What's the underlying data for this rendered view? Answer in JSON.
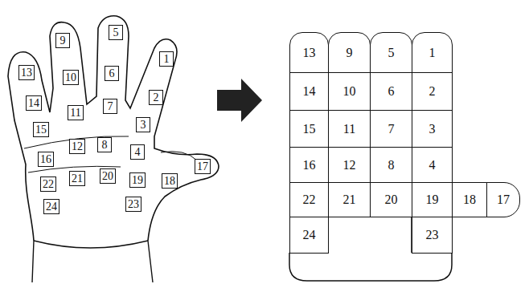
{
  "diagram": {
    "nodes": [
      {
        "text": [
          "9"
        ]
      },
      {
        "text": [
          "5"
        ]
      },
      {
        "text": [
          "1"
        ]
      },
      {
        "text": [
          "13"
        ]
      },
      {
        "text": [
          "10"
        ]
      },
      {
        "text": [
          "6"
        ]
      },
      {
        "text": [
          "2"
        ]
      },
      {
        "text": [
          "14"
        ]
      },
      {
        "text": [
          "11"
        ]
      },
      {
        "text": [
          "7"
        ]
      },
      {
        "text": [
          "3"
        ]
      },
      {
        "text": [
          "15"
        ]
      },
      {
        "text": [
          "12"
        ]
      },
      {
        "text": [
          "8"
        ]
      },
      {
        "text": [
          "4"
        ]
      },
      {
        "text": [
          "16"
        ]
      },
      {
        "text": [
          "17"
        ]
      },
      {
        "text": [
          "22"
        ]
      },
      {
        "text": [
          "21"
        ]
      },
      {
        "text": [
          "20"
        ]
      },
      {
        "text": [
          "19"
        ]
      },
      {
        "text": [
          "18"
        ]
      },
      {
        "text": [
          "24"
        ]
      },
      {
        "text": [
          "23"
        ]
      },
      {
        "text": [
          "13"
        ]
      },
      {
        "text": [
          "9"
        ]
      },
      {
        "text": [
          "5"
        ]
      },
      {
        "text": [
          "1"
        ]
      },
      {
        "text": [
          "14"
        ]
      },
      {
        "text": [
          "10"
        ]
      },
      {
        "text": [
          "6"
        ]
      },
      {
        "text": [
          "2"
        ]
      },
      {
        "text": [
          "15"
        ]
      },
      {
        "text": [
          "11"
        ]
      },
      {
        "text": [
          "7"
        ]
      },
      {
        "text": [
          "3"
        ]
      },
      {
        "text": [
          "16"
        ]
      },
      {
        "text": [
          "12"
        ]
      },
      {
        "text": [
          "8"
        ]
      },
      {
        "text": [
          "4"
        ]
      },
      {
        "text": [
          "22"
        ]
      },
      {
        "text": [
          "21"
        ]
      },
      {
        "text": [
          "20"
        ]
      },
      {
        "text": [
          "19"
        ]
      },
      {
        "text": [
          "18"
        ]
      },
      {
        "text": [
          "17"
        ]
      },
      {
        "text": [
          "24"
        ]
      },
      {
        "text": [
          "23"
        ]
      }
    ]
  }
}
